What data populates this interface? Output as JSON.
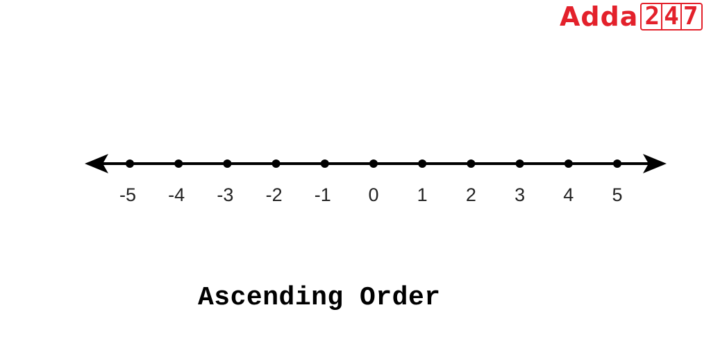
{
  "logo": {
    "brand_text": "Adda",
    "brand_digits": [
      "2",
      "4",
      "7"
    ],
    "color": "#e3212b"
  },
  "number_line": {
    "ticks": [
      "-5",
      "-4",
      "-3",
      "-2",
      "-1",
      "0",
      "1",
      "2",
      "3",
      "4",
      "5"
    ],
    "arrows": "both",
    "line_color": "#000000"
  },
  "caption": "Ascending Order"
}
